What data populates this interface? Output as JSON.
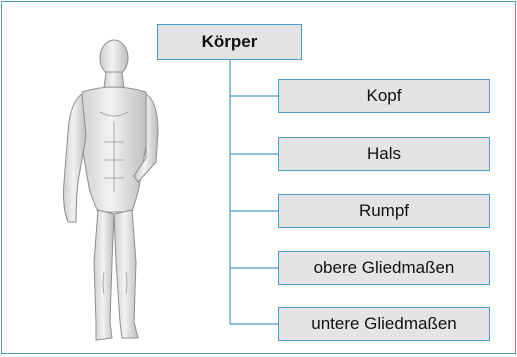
{
  "diagram": {
    "root": {
      "label": "Körper"
    },
    "children": [
      {
        "label": "Kopf"
      },
      {
        "label": "Hals"
      },
      {
        "label": "Rumpf"
      },
      {
        "label": "obere Gliedmaßen"
      },
      {
        "label": "untere Gliedmaßen"
      }
    ],
    "colors": {
      "border": "#4a9bc9",
      "box_fill": "#e4e4e4",
      "connector": "#4a9bc9"
    },
    "illustration": "human-body-figure-icon"
  }
}
